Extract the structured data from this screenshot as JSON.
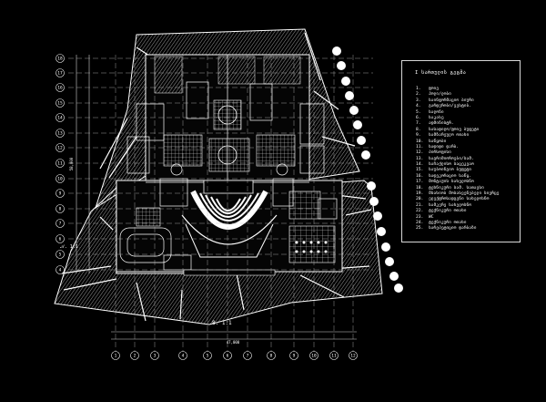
{
  "drawing": {
    "scale_label": "𝒜. 1:1",
    "floor_label": "8. 1:1",
    "row_axes": [
      "18",
      "17",
      "16",
      "15",
      "14",
      "13",
      "12",
      "11",
      "10",
      "9",
      "8",
      "7",
      "6",
      "5",
      "4"
    ],
    "col_axes": [
      "1",
      "2",
      "3",
      "4",
      "5",
      "6",
      "7",
      "8",
      "9",
      "10",
      "11",
      "12"
    ],
    "bottom_dimension": "47,000",
    "left_dimension": "58,000"
  },
  "legend": {
    "title": "I სართულის გეგმა",
    "items": [
      {
        "num": "1.",
        "label": "ფოიე"
      },
      {
        "num": "2.",
        "label": "ჰოლი/ლობი"
      },
      {
        "num": "3.",
        "label": "საინფორმაციო ბიური"
      },
      {
        "num": "4.",
        "label": "გარდერობი/ვესტიბ."
      },
      {
        "num": "5.",
        "label": "სალონი"
      },
      {
        "num": "6.",
        "label": "საკასე"
      },
      {
        "num": "7.",
        "label": "ადმინისტრ."
      },
      {
        "num": "8.",
        "label": "სასადილო/ფოიე ბუფეტი"
      },
      {
        "num": "9.",
        "label": "სამზარეულო ოთახი"
      },
      {
        "num": "10.",
        "label": "საწყობი"
      },
      {
        "num": "11.",
        "label": "სადიდი დარბ."
      },
      {
        "num": "12.",
        "label": "პირსოფისი"
      },
      {
        "num": "13.",
        "label": "საგრიმიოროები/სამ."
      },
      {
        "num": "14.",
        "label": "საჩაქლისო საცეკვაო"
      },
      {
        "num": "15.",
        "label": "საუბოინგიო ბუფეტი"
      },
      {
        "num": "16.",
        "label": "სადეკორაციო საწყ."
      },
      {
        "num": "17.",
        "label": "მონტაჟის სახელოსნო"
      },
      {
        "num": "18.",
        "label": "ტეხნიკური სამ. სათავსი"
      },
      {
        "num": "19.",
        "label": "მსახიობ მოსასვენებელი სივრცე"
      },
      {
        "num": "20.",
        "label": "ელექტროსადგენი სახელოსნო"
      },
      {
        "num": "21.",
        "label": "სამკერვ სახელოსნო"
      },
      {
        "num": "22.",
        "label": "ტექნიკური ოთახი"
      },
      {
        "num": "23.",
        "label": "WC"
      },
      {
        "num": "24.",
        "label": "ტექნიკური ოთახი"
      },
      {
        "num": "25.",
        "label": "სარეპეტიციო დარბაზი"
      }
    ]
  },
  "colors": {
    "background": "#000000",
    "lines": "#ffffff",
    "hatch": "#9a9a9a",
    "dim_lines": "#cfcfcf"
  }
}
